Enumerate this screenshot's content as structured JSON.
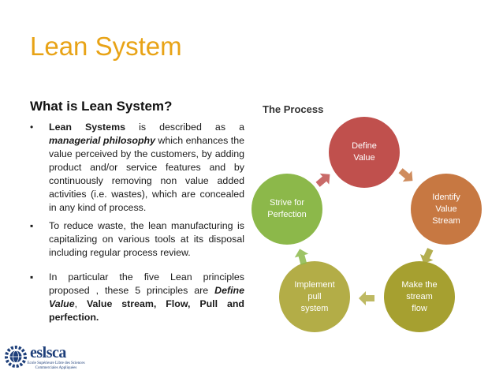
{
  "slide": {
    "title": "Lean System",
    "subheading": "What is Lean System?",
    "bullets": [
      {
        "mark": "•",
        "segments": [
          {
            "text": "Lean Systems",
            "style": "bold"
          },
          {
            "text": " is described as a ",
            "style": "normal"
          },
          {
            "text": "managerial philosophy",
            "style": "bold-italic"
          },
          {
            "text": " which enhances the value perceived by the customers, by adding product and/or service features and by continuously removing non value added activities (i.e. wastes), which are concealed in any kind of process.",
            "style": "normal"
          }
        ]
      },
      {
        "mark": "▪",
        "segments": [
          {
            "text": "To reduce waste, the lean manufacturing is capitalizing on various tools at its disposal including regular process review.",
            "style": "normal"
          }
        ]
      },
      {
        "mark": "▪",
        "segments": [
          {
            "text": "In particular the five Lean principles proposed , these 5 principles are ",
            "style": "normal"
          },
          {
            "text": "Define Value",
            "style": "bold-italic"
          },
          {
            "text": ", ",
            "style": "normal"
          },
          {
            "text": "Value stream, Flow, Pull and perfection.",
            "style": "bold"
          }
        ]
      }
    ]
  },
  "process": {
    "heading": "The Process",
    "steps": [
      {
        "label": "Define\nValue",
        "color": "#c0504d"
      },
      {
        "label": "Identify\nValue\nStream",
        "color": "#c77842"
      },
      {
        "label": "Make the\nstream\nflow",
        "color": "#a6a030"
      },
      {
        "label": "Implement\npull\nsystem",
        "color": "#b3ad47"
      },
      {
        "label": "Strive for\nPerfection",
        "color": "#8cb84a"
      }
    ],
    "arrow_colors": [
      "#c0504d",
      "#c77842",
      "#a6a030",
      "#b3ad47",
      "#8cb84a"
    ]
  },
  "logo": {
    "name": "eslsca",
    "tagline": "Ecole Supérieure Libre des Sciences Commerciales Appliquées",
    "color": "#1e3f7a"
  }
}
